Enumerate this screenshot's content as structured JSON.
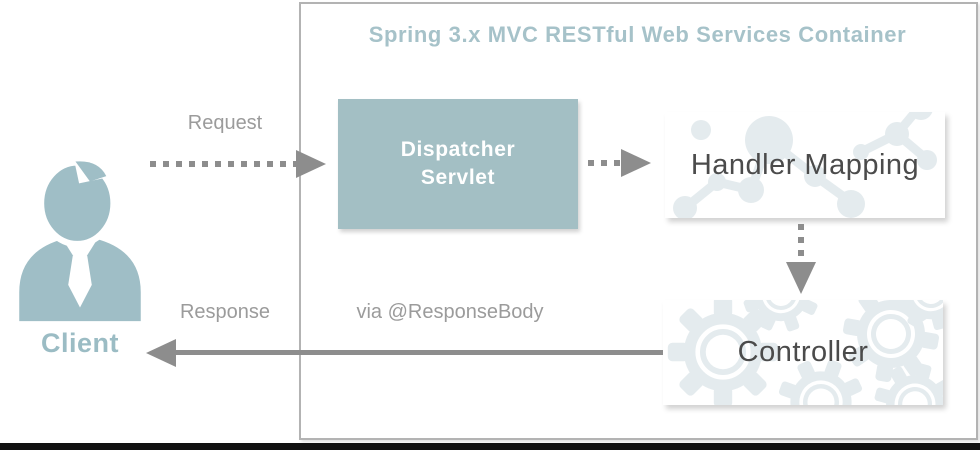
{
  "diagram": {
    "container_title": "Spring 3.x MVC RESTful Web Services Container",
    "client_label": "Client",
    "nodes": {
      "dispatcher": {
        "label_line1": "Dispatcher",
        "label_line2": "Servlet"
      },
      "handler_mapping": {
        "label": "Handler Mapping"
      },
      "controller": {
        "label": "Controller"
      }
    },
    "edges": {
      "request_label": "Request",
      "response_label": "Response",
      "via_label": "via @ResponseBody"
    },
    "colors": {
      "teal_node": "#a3bfc4",
      "teal_text": "#a6c2c9",
      "client_icon": "#9fbec6",
      "arrow_gray": "#8d8d8d",
      "label_gray": "#9b9b9b",
      "node_text": "#4b4b4b",
      "pattern": "#e4ebee",
      "container_border": "#b3b3b3",
      "bottom_bar": "#111111"
    }
  }
}
